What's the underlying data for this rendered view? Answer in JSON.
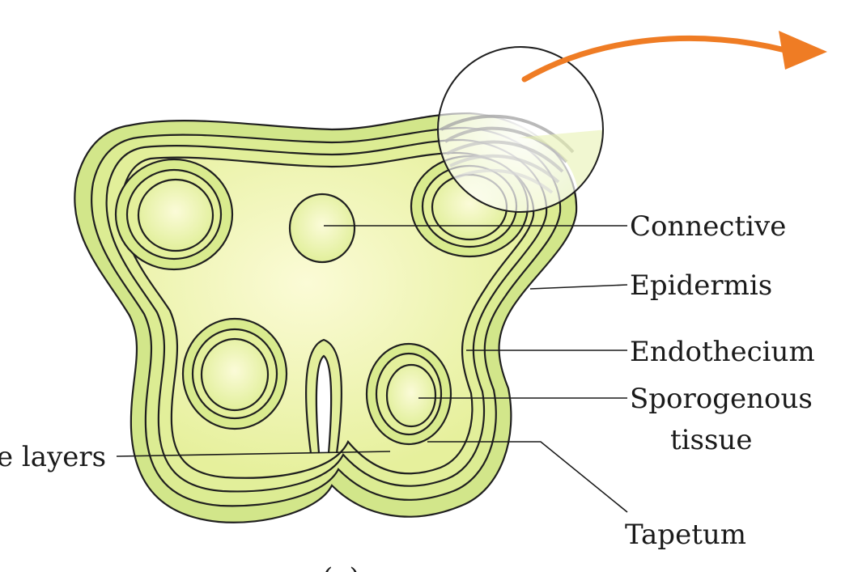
{
  "labels": {
    "connective": "Connective",
    "epidermis": "Epidermis",
    "endothecium": "Endothecium",
    "sporogenous_line1": "Sporogenous",
    "sporogenous_line2": "tissue",
    "middle_layers": "e layers",
    "tapetum": "Tapetum",
    "caption": "(a)"
  },
  "colors": {
    "outer_fill": "#d2e68a",
    "body_fill": "#eaf3a6",
    "body_center": "#fbfbd6",
    "sac_fill": "#e4f09c",
    "arrow": "#ef7c24"
  }
}
